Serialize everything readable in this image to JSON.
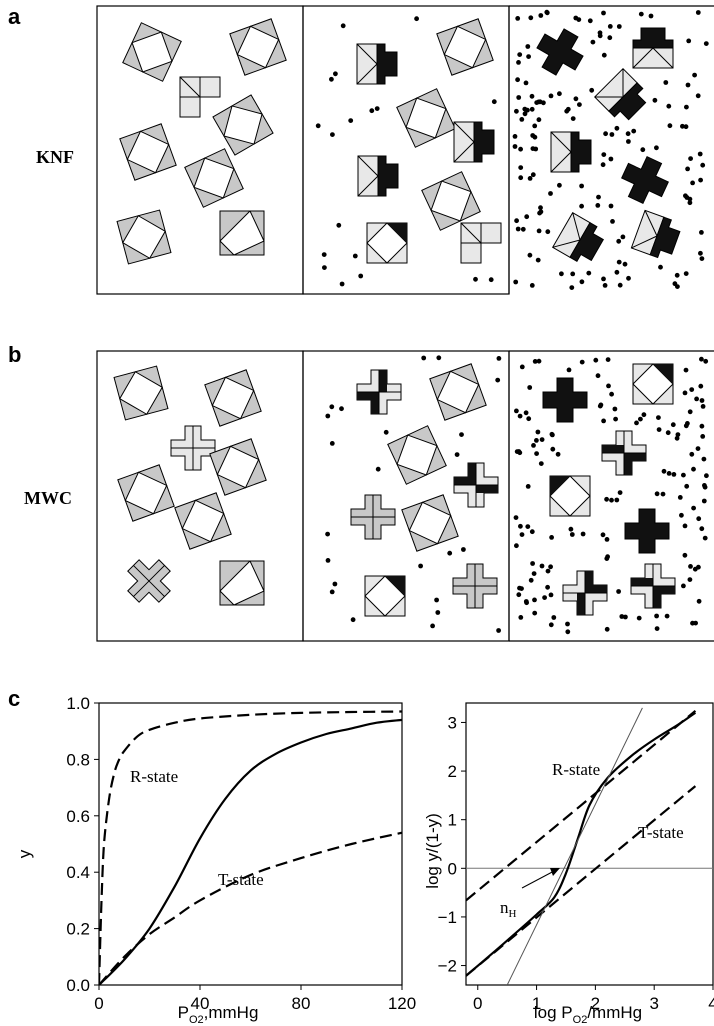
{
  "panel_labels": {
    "a": "a",
    "b": "b",
    "c": "c"
  },
  "row_labels": {
    "knf": "KNF",
    "mwc": "MWC"
  },
  "colors": {
    "subunit_gray": "#c8c8c8",
    "subunit_light": "#e8e8e8",
    "oxygenated": "#111111",
    "line": "#000000"
  },
  "chart_data": [
    {
      "type": "line",
      "xlabel_main": "P",
      "xlabel_sub": "O2",
      "xlabel_rest": ",mmHg",
      "ylabel": "y",
      "xlim": [
        0,
        120
      ],
      "ylim": [
        0,
        1
      ],
      "x_ticks": [
        "0",
        "40",
        "80",
        "120"
      ],
      "y_ticks": [
        "0.0",
        "0.2",
        "0.4",
        "0.6",
        "0.8",
        "1.0"
      ],
      "series": [
        {
          "name": "R-state",
          "style": "dashed",
          "x": [
            0,
            1,
            2,
            4,
            6,
            8,
            10,
            15,
            20,
            30,
            40,
            60,
            80,
            100,
            120
          ],
          "y": [
            0,
            0.3,
            0.5,
            0.66,
            0.75,
            0.8,
            0.83,
            0.88,
            0.905,
            0.93,
            0.945,
            0.958,
            0.965,
            0.968,
            0.97
          ]
        },
        {
          "name": "",
          "style": "solid",
          "x": [
            0,
            10,
            20,
            30,
            40,
            50,
            60,
            70,
            80,
            90,
            100,
            110,
            120
          ],
          "y": [
            0,
            0.09,
            0.2,
            0.35,
            0.52,
            0.66,
            0.76,
            0.82,
            0.86,
            0.89,
            0.91,
            0.93,
            0.94
          ]
        },
        {
          "name": "T-state",
          "style": "dashed",
          "x": [
            0,
            10,
            20,
            30,
            40,
            60,
            80,
            100,
            120
          ],
          "y": [
            0,
            0.1,
            0.18,
            0.24,
            0.3,
            0.39,
            0.45,
            0.5,
            0.54
          ]
        }
      ],
      "annotations": {
        "r_state": "R-state",
        "t_state": "T-state"
      }
    },
    {
      "type": "line",
      "xlabel_main": "log P",
      "xlabel_sub": "O2",
      "xlabel_rest": "/mmHg",
      "ylabel": "log y/(1-y)",
      "xlim": [
        -0.2,
        4
      ],
      "ylim": [
        -2.4,
        3.4
      ],
      "x_ticks": [
        "0",
        "1",
        "2",
        "3",
        "4"
      ],
      "y_ticks": [
        "−2",
        "−1",
        "0",
        "1",
        "2",
        "3"
      ],
      "series": [
        {
          "name": "R-state",
          "style": "dashed",
          "x": [
            -0.2,
            3.7
          ],
          "y": [
            -0.66,
            3.24
          ]
        },
        {
          "name": "T-state",
          "style": "dashed",
          "x": [
            -0.2,
            3.7
          ],
          "y": [
            -2.21,
            1.69
          ]
        },
        {
          "name": "",
          "style": "solid",
          "x": [
            -0.2,
            0.2,
            0.6,
            1.0,
            1.3,
            1.5,
            1.7,
            1.9,
            2.2,
            2.6,
            3.0,
            3.4,
            3.7
          ],
          "y": [
            -2.21,
            -1.8,
            -1.38,
            -0.95,
            -0.6,
            -0.1,
            0.6,
            1.3,
            1.85,
            2.3,
            2.65,
            2.95,
            3.2
          ]
        },
        {
          "name": "",
          "style": "thin",
          "x": [
            0.5,
            2.8
          ],
          "y": [
            -2.4,
            3.3
          ]
        }
      ],
      "annotations": {
        "r_state": "R-state",
        "t_state": "T-state",
        "nh_main": "n",
        "nh_sub": "H"
      }
    }
  ]
}
